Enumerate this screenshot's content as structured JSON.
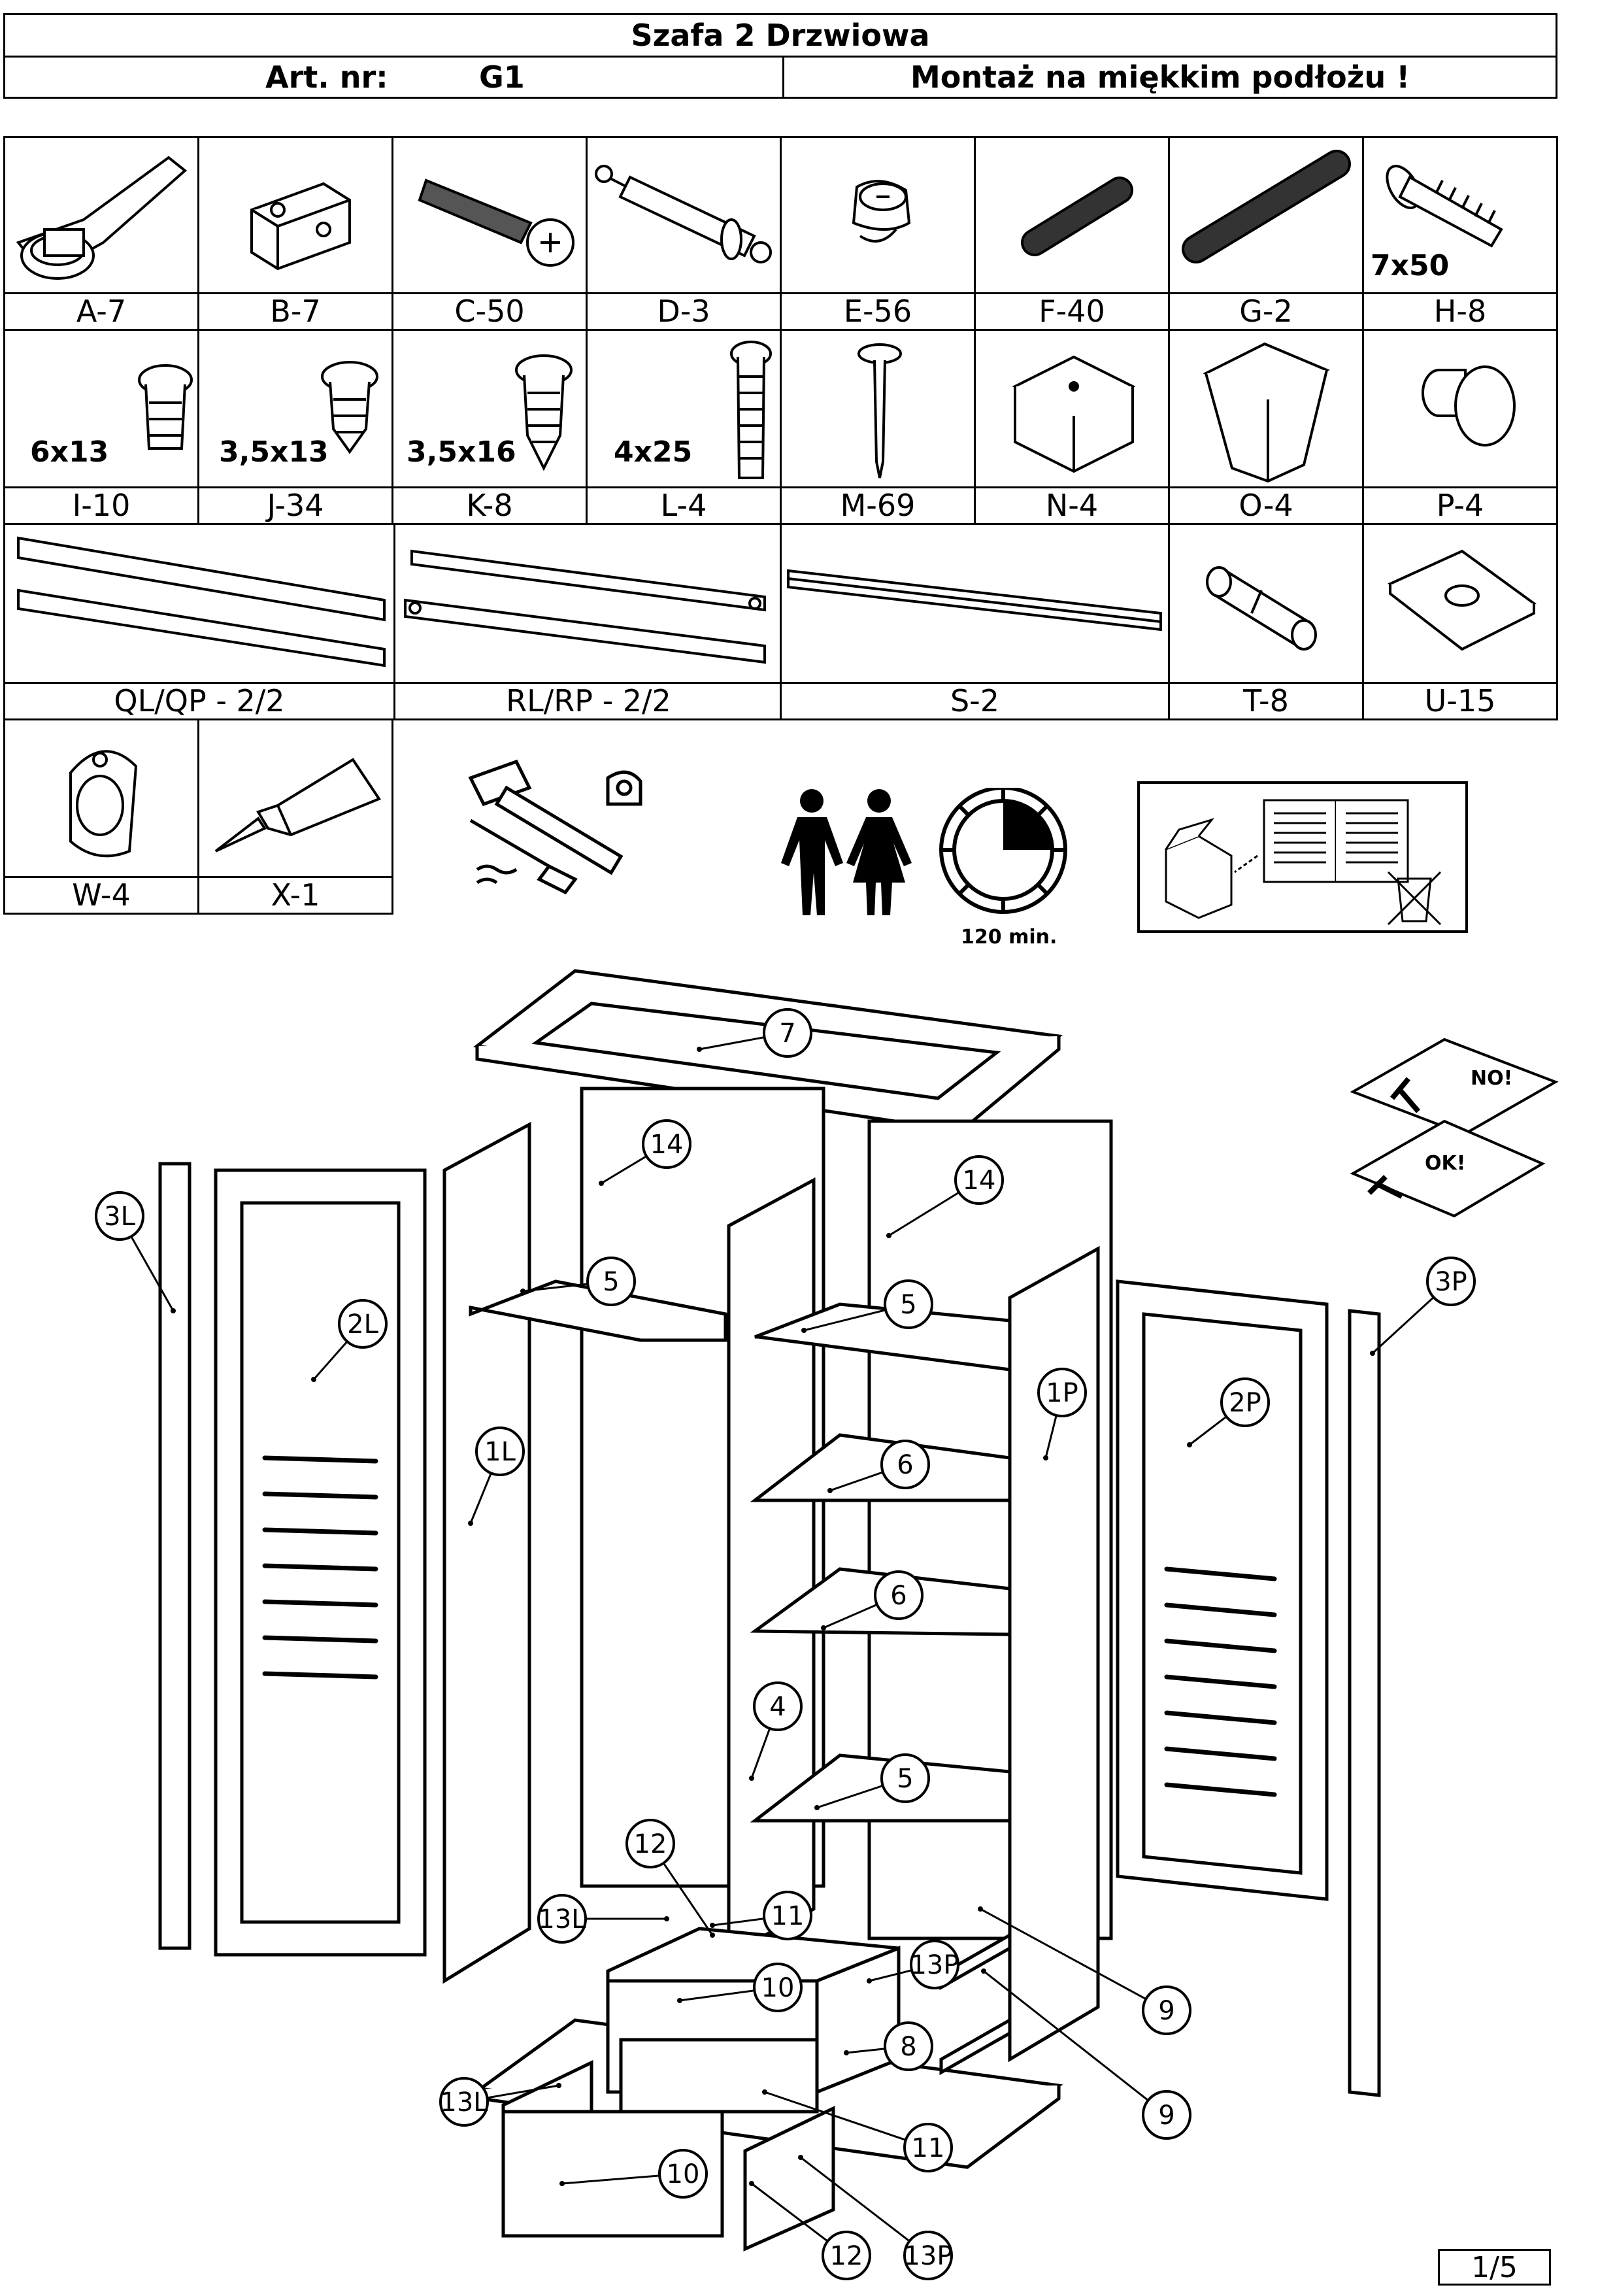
{
  "header": {
    "title": "Szafa 2 Drzwiowa",
    "art_label": "Art. nr:",
    "art_value": "G1",
    "notice": "Montaż na miękkim podłożu !"
  },
  "parts": [
    {
      "code": "A-7"
    },
    {
      "code": "B-7"
    },
    {
      "code": "C-50"
    },
    {
      "code": "D-3"
    },
    {
      "code": "E-56"
    },
    {
      "code": "F-40"
    },
    {
      "code": "G-2"
    },
    {
      "code": "H-8",
      "size": "7x50"
    },
    {
      "code": "I-10",
      "size": "6x13"
    },
    {
      "code": "J-34",
      "size": "3,5x13"
    },
    {
      "code": "K-8",
      "size": "3,5x16"
    },
    {
      "code": "L-4",
      "size": "4x25"
    },
    {
      "code": "M-69"
    },
    {
      "code": "N-4"
    },
    {
      "code": "O-4"
    },
    {
      "code": "P-4"
    },
    {
      "code": "QL/QP - 2/2"
    },
    {
      "code": "RL/RP - 2/2"
    },
    {
      "code": "S-2"
    },
    {
      "code": "T-8"
    },
    {
      "code": "U-15"
    },
    {
      "code": "W-4"
    },
    {
      "code": "X-1"
    }
  ],
  "time_label": "120 min.",
  "surface": {
    "no": "NO!",
    "ok": "OK!"
  },
  "callouts": [
    "7",
    "14",
    "14",
    "3L",
    "2L",
    "1L",
    "5",
    "5",
    "6",
    "6",
    "4",
    "5",
    "1P",
    "2P",
    "3P",
    "12",
    "11",
    "13L",
    "10",
    "13P",
    "8",
    "9",
    "9",
    "13L",
    "11",
    "10",
    "12",
    "13P"
  ],
  "page": "1/5",
  "icons": [
    "hinge-icon",
    "hinge-plate-icon",
    "connector-bolt-icon",
    "dowel-bolt-icon",
    "cam-lock-icon",
    "wood-dowel-icon",
    "long-dowel-icon",
    "screw-icon",
    "hammer-icon",
    "screwdriver-icon",
    "two-persons-icon",
    "clock-icon",
    "packaging-instructions-icon",
    "recycle-bin-icon"
  ]
}
